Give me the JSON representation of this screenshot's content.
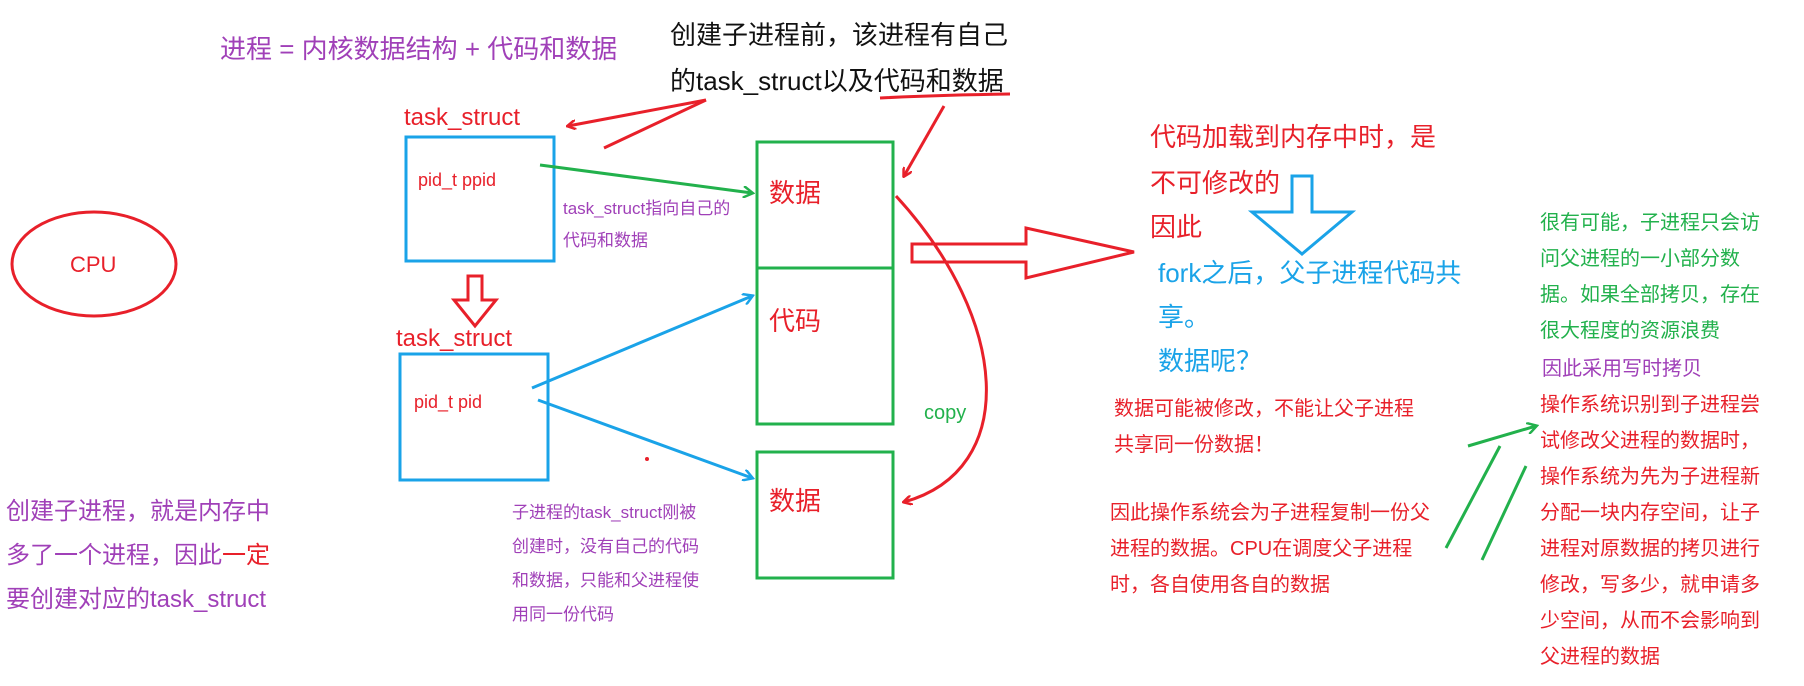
{
  "colors": {
    "red": "#e8202a",
    "green": "#22b14c",
    "blue": "#1aa3e8",
    "purple": "#a040b8",
    "black": "#111111"
  },
  "texts": {
    "formula": "进程 = 内核数据结构 + 代码和数据",
    "before_fork_line1": "创建子进程前，该进程有自己",
    "before_fork_line2": "的task_struct以及代码和数据",
    "cpu": "CPU",
    "parent_task_struct": "task_struct",
    "parent_field": "pid_t ppid",
    "parent_note_line1": "task_struct指向自己的",
    "parent_note_line2": "代码和数据",
    "child_task_struct": "task_struct",
    "child_field": "pid_t pid",
    "block_data_top": "数据",
    "block_code": "代码",
    "block_data_bottom": "数据",
    "copy": "copy",
    "child_note_line1": "子进程的task_struct刚被",
    "child_note_line2": "创建时，没有自己的代码",
    "child_note_line3": "和数据，只能和父进程使",
    "child_note_line4": "用同一份代码",
    "left_line1": "创建子进程，就是内存中",
    "left_line2a": "多了一个进程，因此",
    "left_line2b": "一定",
    "left_line3": "要创建对应的task_struct",
    "code_load_line1": "代码加载到内存中时，是",
    "code_load_line2": "不可修改的",
    "code_load_line3": "因此",
    "fork_line1": "fork之后，父子进程代码共",
    "fork_line2": "享。",
    "fork_line3": "数据呢？",
    "data_mod_line1": "数据可能被修改，不能让父子进程",
    "data_mod_line2": "共享同一份数据！",
    "os_copy_line1": "因此操作系统会为子进程复制一份父",
    "os_copy_line2": "进程的数据。CPU在调度父子进程",
    "os_copy_line3": "时，各自使用各自的数据",
    "possible_line1": "很有可能，子进程只会访",
    "possible_line2": "问父进程的一小部分数",
    "possible_line3": "据。如果全部拷贝，存在",
    "possible_line4": "很大程度的资源浪费",
    "cow": "因此采用写时拷贝",
    "os_detect_line1": "操作系统识别到子进程尝",
    "os_detect_line2": "试修改父进程的数据时，",
    "os_detect_line3": "操作系统为先为子进程新",
    "os_detect_line4": "分配一块内存空间，让子",
    "os_detect_line5": "进程对原数据的拷贝进行",
    "os_detect_line6": "修改，写多少，就申请多",
    "os_detect_line7": "少空间，从而不会影响到",
    "os_detect_line8": "父进程的数据"
  }
}
